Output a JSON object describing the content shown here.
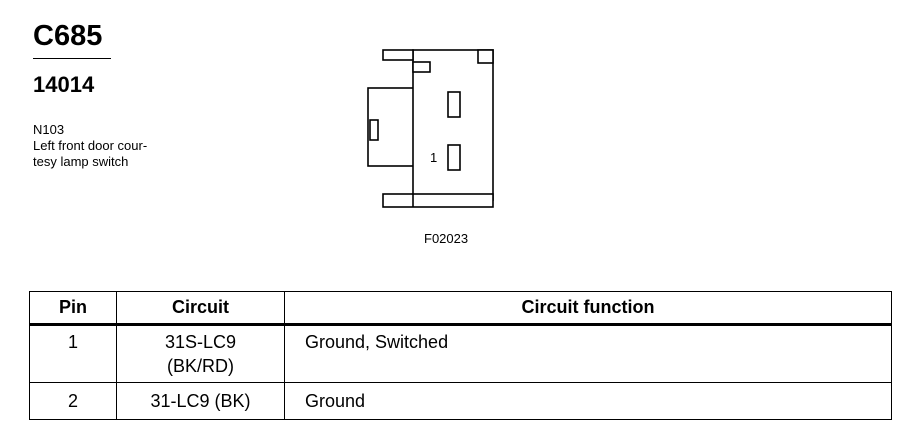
{
  "header": {
    "connector_id": "C685",
    "part_number": "14014",
    "description_lines": [
      "N103",
      "Left front door cour-",
      "tesy lamp switch"
    ]
  },
  "diagram": {
    "pin_label": "1",
    "figure_code": "F02023"
  },
  "table": {
    "headers": [
      "Pin",
      "Circuit",
      "Circuit function"
    ],
    "rows": [
      {
        "pin": "1",
        "circuit_lines": [
          "31S-LC9",
          "(BK/RD)"
        ],
        "function": "Ground, Switched"
      },
      {
        "pin": "2",
        "circuit_lines": [
          "31-LC9 (BK)"
        ],
        "function": "Ground"
      }
    ]
  }
}
